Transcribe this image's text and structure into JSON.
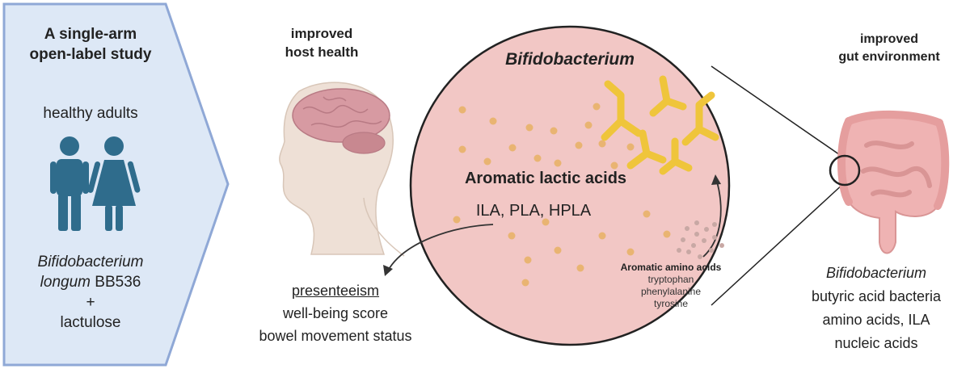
{
  "study": {
    "title_line1": "A single-arm",
    "title_line2": "open-label study",
    "population": "healthy adults",
    "intervention_line1": "Bifidobacterium",
    "intervention_line2_italic": "longum",
    "intervention_line2_rest": " BB536",
    "plus": "+",
    "intervention_line4": "lactulose"
  },
  "host": {
    "title_line1": "improved",
    "title_line2": "host health",
    "outcomes": [
      "presenteeism",
      "well-being score",
      "bowel movement status"
    ]
  },
  "center": {
    "title": "Bifidobacterium",
    "label": "Aromatic lactic acids",
    "acids": "ILA, PLA, HPLA",
    "amino_title": "Aromatic amino acids",
    "amino_items": [
      "tryptophan",
      "phenylalanine",
      "tyrosine"
    ]
  },
  "gut": {
    "title_line1": "improved",
    "title_line2": "gut environment",
    "items": [
      "Bifidobacterium",
      "butyric acid bacteria",
      "amino acids, ILA",
      "nucleic acids"
    ]
  },
  "colors": {
    "panel_fill": "#dde8f6",
    "panel_stroke": "#8fa8d6",
    "people": "#2f6c8c",
    "circle_fill": "#f2c7c5",
    "bacteria": "#efc53b",
    "dots": "#e9b472",
    "brain": "#d79aa2",
    "head": "#eee0d6",
    "gut": "#efb3b3"
  }
}
